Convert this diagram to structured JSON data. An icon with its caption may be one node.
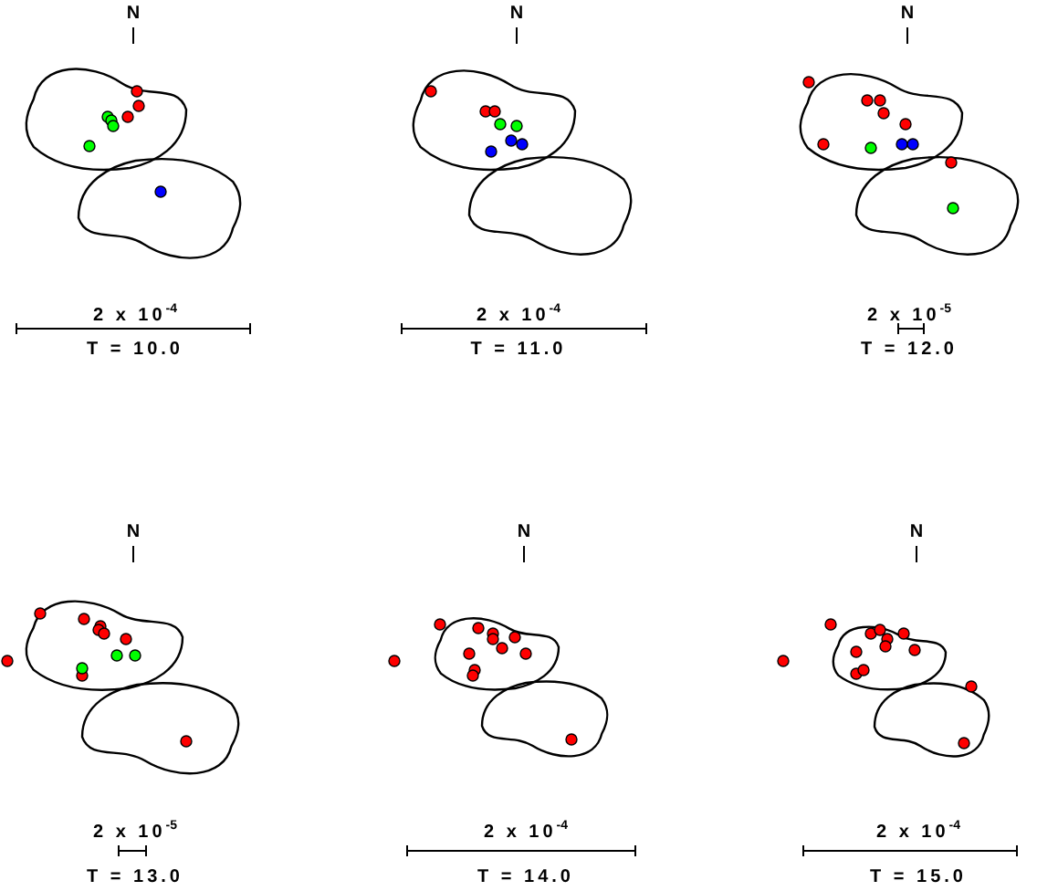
{
  "diagram": {
    "labels": [
      "N",
      "N",
      "N",
      "2 x 10$^{-4}$",
      "2 x 10$^{-4}$",
      "2 x 10$^{-5}$",
      "T = 10.0",
      "T = 11.0",
      "T = 12.0",
      "N",
      "N",
      "N",
      "2 x 10$^{-5}$",
      "2 x 10$^{-4}$",
      "2 x 10$^{-4}$",
      "T = 13.0",
      "T = 14.0",
      "T = 15.0"
    ]
  }
}
